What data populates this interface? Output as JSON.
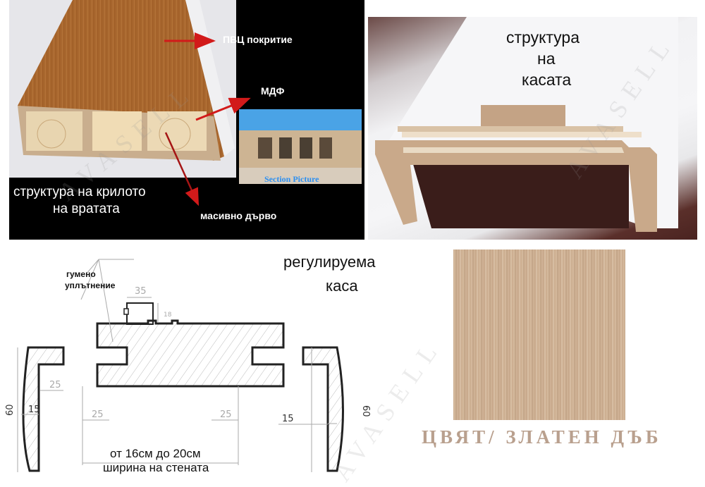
{
  "panels": {
    "door_leaf": {
      "title_line1": "структура на крилото",
      "title_line2": "на вратата",
      "callouts": {
        "pvc": "ПВЦ покритие",
        "mdf": "МДФ",
        "solid_wood": "масивно дърво"
      },
      "inset_label": "Section Picture",
      "arrow_color": "#d21a1a"
    },
    "frame": {
      "title_line1": "структура",
      "title_line2": "на",
      "title_line3": "касата"
    },
    "drawing": {
      "seal_label_line1": "гумено",
      "seal_label_line2": "уплътнение",
      "adjustable_line1": "регулируема",
      "adjustable_line2": "каса",
      "width_range": "от 16см до 20см",
      "width_caption": "ширина на стената",
      "dimensions": {
        "seal_width": "35",
        "seal_height": "18",
        "left_flange": "25",
        "left_thickness": "15",
        "left_height": "60",
        "slot_left": "25",
        "slot_right": "25",
        "right_thickness": "15",
        "right_height": "60"
      }
    },
    "color_swatch": {
      "caption": "ЦВЯТ/ ЗЛАТЕН ДЪБ",
      "swatch_color": "#cdb092"
    }
  },
  "watermark": "AVASELL"
}
